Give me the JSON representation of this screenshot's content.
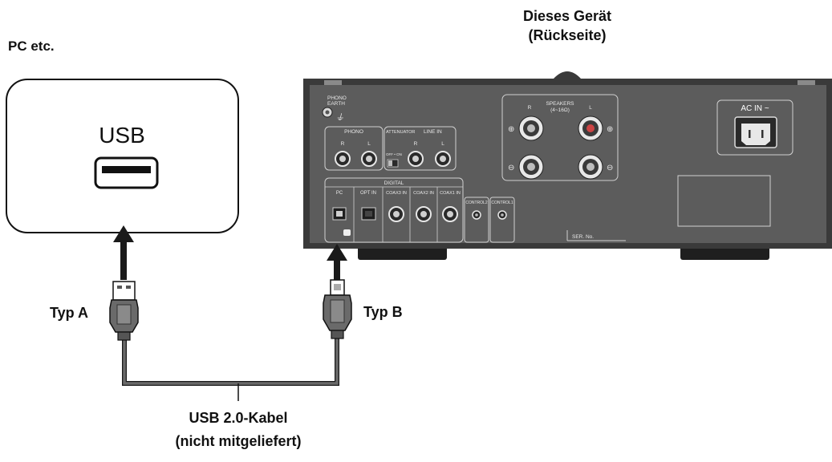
{
  "labels": {
    "pc_title": "PC etc.",
    "pc_usb": "USB",
    "device_title_line1": "Dieses Gerät",
    "device_title_line2": "(Rückseite)",
    "type_a": "Typ A",
    "type_b": "Typ B",
    "cable_line1": "USB 2.0-Kabel",
    "cable_line2": "(nicht mitgeliefert)"
  },
  "panel": {
    "phono_earth_1": "PHONO",
    "phono_earth_2": "EARTH",
    "phono": "PHONO",
    "attenuator": "ATTENUATOR",
    "line_in": "LINE IN",
    "off_on": "OFF • ON",
    "speakers_1": "SPEAKERS",
    "speakers_2": "(4~16Ω)",
    "ac_in": "AC IN ~",
    "digital": "DIGITAL",
    "pc": "PC",
    "opt_in": "OPT IN",
    "coax3_in": "COAX3 IN",
    "coax2_in": "COAX2 IN",
    "coax1_in": "COAX1 IN",
    "control2": "CONTROL2",
    "control1": "CONTROL1",
    "ser_no": "SER. No.",
    "r": "R",
    "l": "L",
    "plus": "⊕",
    "minus": "⊖"
  },
  "colors": {
    "device_panel": "#5c5c5c",
    "device_frame": "#3a3a3a",
    "cable": "#606060",
    "outline": "#111111"
  }
}
